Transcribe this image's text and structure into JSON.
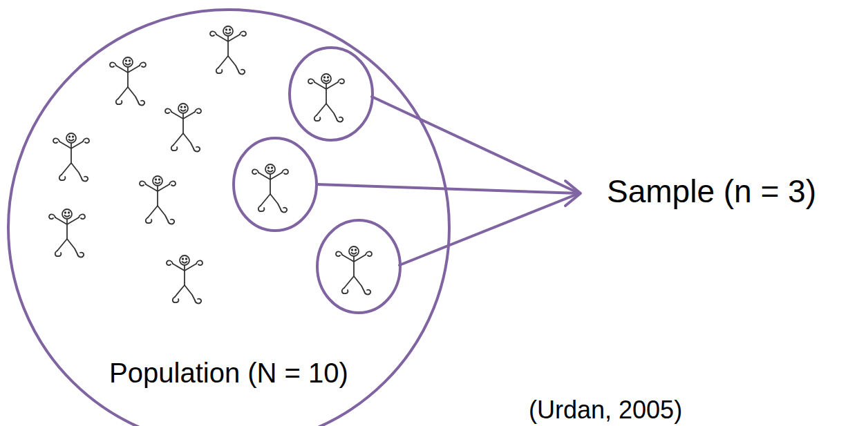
{
  "diagram": {
    "nodes": [
      {
        "text": [
          "Population (N = 10)"
        ]
      }
    ],
    "labels": [
      "Sample (n = 3)",
      "(Urdan, 2005)"
    ]
  }
}
